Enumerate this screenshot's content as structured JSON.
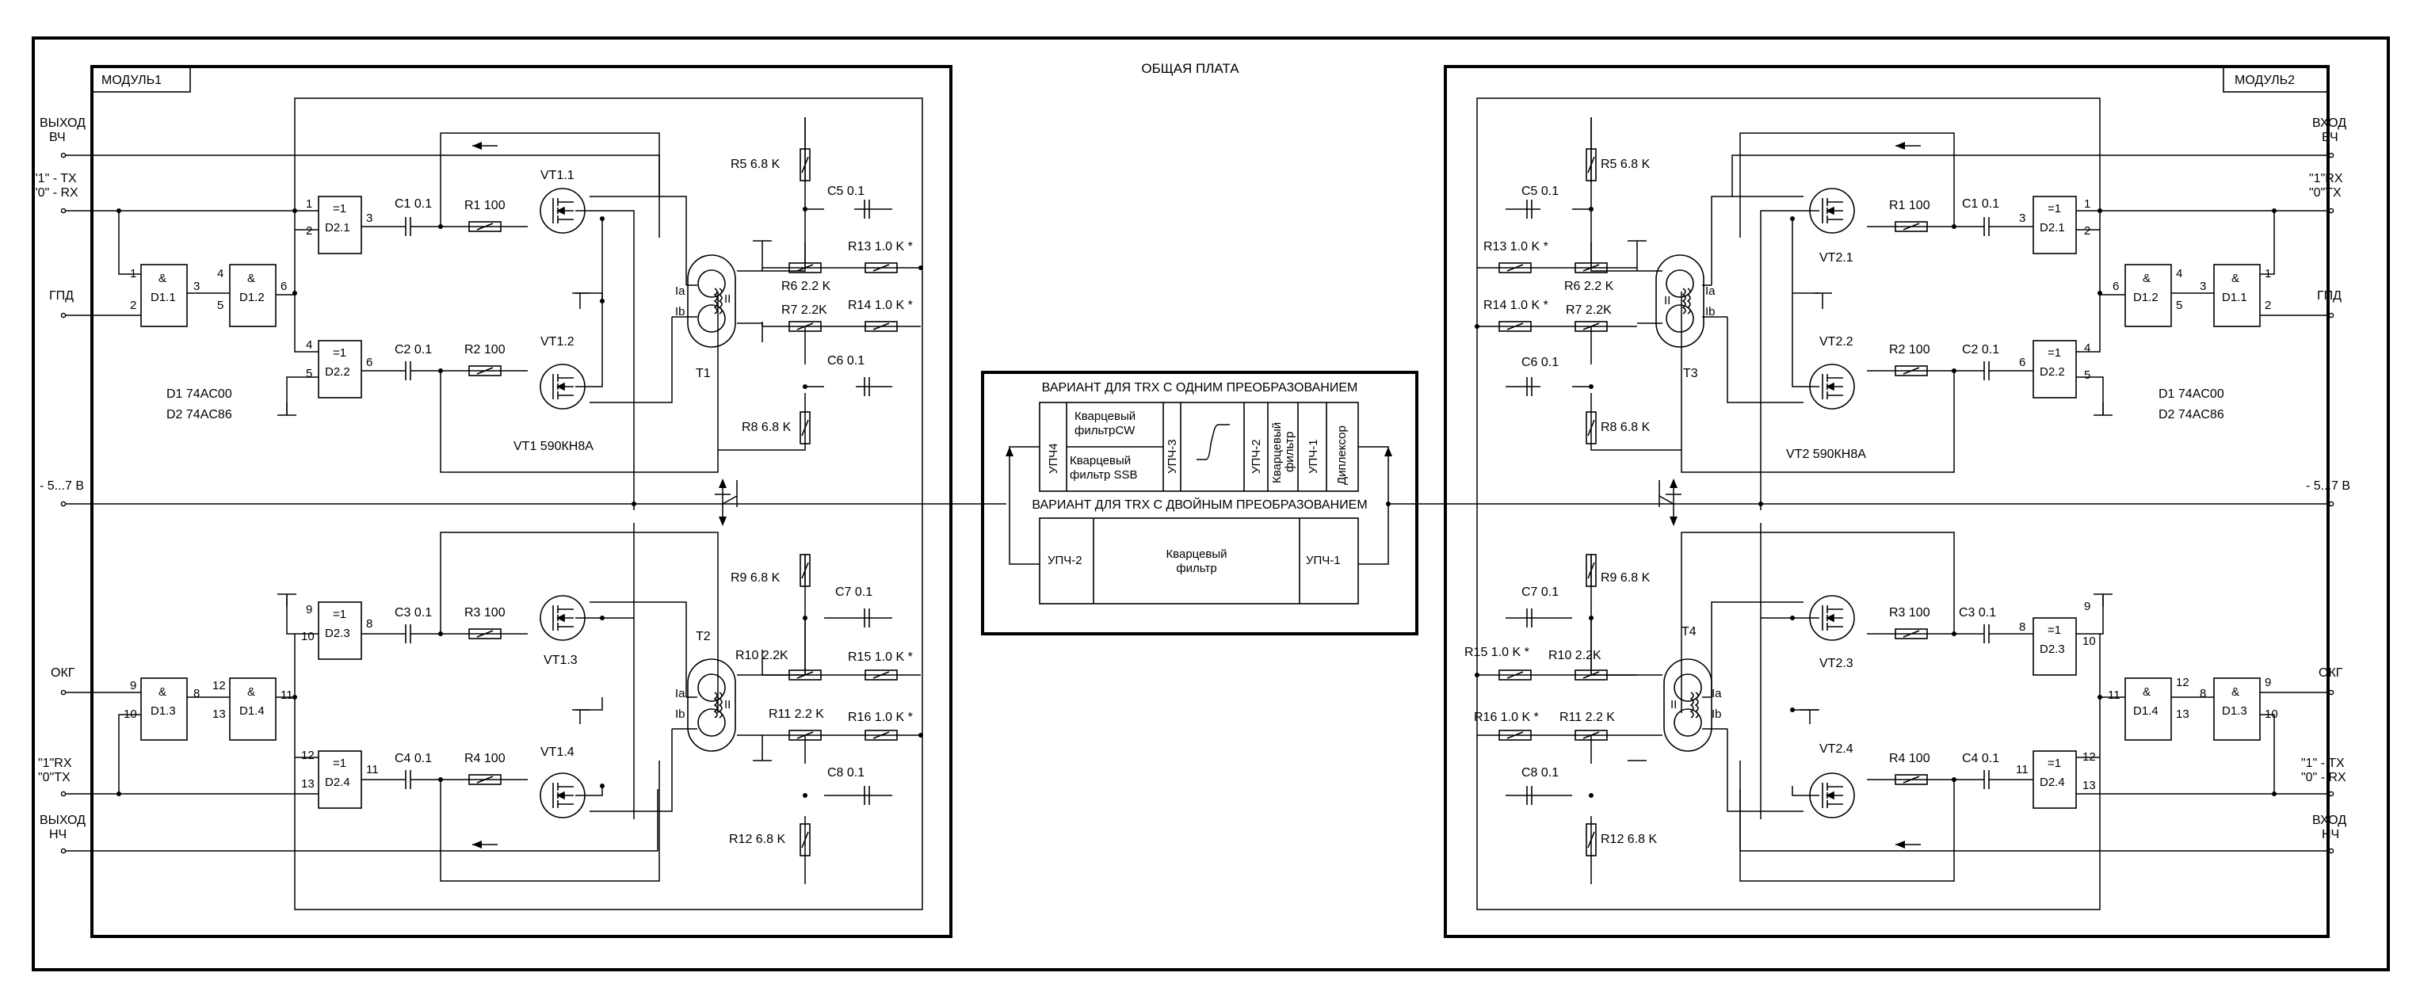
{
  "title": "ОБЩАЯ ПЛАТА",
  "module_left": "МОДУЛЬ1",
  "module_right": "МОДУЛЬ2",
  "left_ports": {
    "out_hf_1": "ВЫХОД",
    "out_hf_2": "ВЧ",
    "txrx_1": "\"1\" - TX",
    "txrx_2": "\"0\" - RX",
    "gpd": "ГПД",
    "supply": "- 5...7 В",
    "okg": "ОКГ",
    "rxtx_1": "\"1\"RX",
    "rxtx_2": "\"0\"TX",
    "out_lf_1": "ВЫХОД",
    "out_lf_2": "НЧ"
  },
  "right_ports": {
    "in_hf_1": "ВХОД",
    "in_hf_2": "ВЧ",
    "rxtx_1": "\"1\"RX",
    "rxtx_2": "\"0\"TX",
    "gpd": "ГПД",
    "supply": "- 5...7 В",
    "okg": "ОКГ",
    "txrx_1": "\"1\" - TX",
    "txrx_2": "\"0\" - RX",
    "in_lf_1": "ВХОД",
    "in_lf_2": "НЧ"
  },
  "module1": {
    "gates": {
      "d21": "D2.1",
      "d22": "D2.2",
      "d23": "D2.3",
      "d24": "D2.4",
      "d11": "D1.1",
      "d12": "D1.2",
      "d13": "D1.3",
      "d14": "D1.4",
      "xor": "=1",
      "and": "&"
    },
    "pins": {
      "d21_a": "1",
      "d21_b": "2",
      "d21_y": "3",
      "d22_a": "4",
      "d22_b": "5",
      "d22_y": "6",
      "d23_a": "9",
      "d23_b": "10",
      "d23_y": "8",
      "d24_a": "12",
      "d24_b": "13",
      "d24_y": "11",
      "d11_a": "1",
      "d11_b": "2",
      "d11_y": "3",
      "d12_a": "4",
      "d12_b": "5",
      "d12_y": "6",
      "d13_a": "9",
      "d13_b": "10",
      "d13_y": "8",
      "d14_a": "12",
      "d14_b": "13",
      "d14_y": "11"
    },
    "ics_1": "D1 74AC00",
    "ics_2": "D2 74AC86",
    "vt_note": "VT1 590КН8А",
    "components": {
      "c1": "C1 0.1",
      "c2": "C2 0.1",
      "c3": "C3 0.1",
      "c4": "C4 0.1",
      "r1": "R1 100",
      "r2": "R2 100",
      "r3": "R3 100",
      "r4": "R4 100",
      "vt11": "VT1.1",
      "vt12": "VT1.2",
      "vt13": "VT1.3",
      "vt14": "VT1.4",
      "t1": "T1",
      "t2": "T2",
      "r5": "R5 6.8 K",
      "c5": "C5 0.1",
      "r6": "R6 2.2 K",
      "r7": "R7 2.2K",
      "r13": "R13  1.0 K *",
      "r14": "R14  1.0 K *",
      "c6": "C6 0.1",
      "r8": "R8 6.8 K",
      "r9": "R9 6.8 K",
      "c7": "C7 0.1",
      "r10": "R10 2.2K",
      "r11": "R11  2.2 K",
      "r15": "R15  1.0 K *",
      "r16": "R16  1.0 K *",
      "c8": "C8 0.1",
      "r12": "R12 6.8 K",
      "ia": "Ia",
      "ib": "Ib",
      "ii": "II"
    }
  },
  "module2": {
    "gates": {
      "d21": "D2.1",
      "d22": "D2.2",
      "d23": "D2.3",
      "d24": "D2.4",
      "d11": "D1.1",
      "d12": "D1.2",
      "d13": "D1.3",
      "d14": "D1.4",
      "xor": "=1",
      "and": "&"
    },
    "pins": {
      "d21_a": "1",
      "d21_b": "2",
      "d21_y": "3",
      "d22_a": "4",
      "d22_b": "5",
      "d22_y": "6",
      "d23_a": "9",
      "d23_b": "10",
      "d23_y": "8",
      "d24_a": "12",
      "d24_b": "13",
      "d24_y": "11",
      "d11_a": "1",
      "d11_b": "2",
      "d11_y": "3",
      "d12_a": "4",
      "d12_b": "5",
      "d12_y": "6",
      "d13_a": "9",
      "d13_b": "10",
      "d13_y": "8",
      "d14_a": "12",
      "d14_b": "13",
      "d14_y": "11"
    },
    "ics_1": "D1 74AC00",
    "ics_2": "D2 74AC86",
    "vt_note": "VT2 590КН8А",
    "components": {
      "c1": "C1 0.1",
      "c2": "C2 0.1",
      "c3": "C3 0.1",
      "c4": "C4 0.1",
      "r1": "R1 100",
      "r2": "R2 100",
      "r3": "R3 100",
      "r4": "R4 100",
      "vt21": "VT2.1",
      "vt22": "VT2.2",
      "vt23": "VT2.3",
      "vt24": "VT2.4",
      "t3": "T3",
      "t4": "T4",
      "r5": "R5 6.8 K",
      "c5": "C5 0.1",
      "r6": "R6 2.2 K",
      "r7": "R7 2.2K",
      "r13": "R13  1.0 K *",
      "r14": "R14  1.0 K *",
      "c6": "C6 0.1",
      "r8": "R8 6.8 K",
      "r9": "R9 6.8 K",
      "c7": "C7 0.1",
      "r10": "R10 2.2K",
      "r11": "R11  2.2 K",
      "r15": "R15   1.0 K *",
      "r16": "R16  1.0 K *",
      "c8": "C8 0.1",
      "r12": "R12 6.8 K",
      "ia": "Ia",
      "ib": "Ib",
      "ii": "II"
    }
  },
  "variants": {
    "single_title": "ВАРИАНТ  ДЛЯ TRX  С ОДНИМ ПРЕОБРАЗОВАНИЕМ",
    "upch4": "УПЧ4",
    "cw_1": "Кварцевый",
    "cw_2": "фильтрCW",
    "ssb_1": "Кварцевый",
    "ssb_2": "фильтр SSB",
    "upch3": "УПЧ-3",
    "upch2": "УПЧ-2",
    "qf_1": "Кварцевый",
    "qf_2": "фильтр",
    "upch1": "УПЧ-1",
    "diplexer": "Диплексор",
    "double_title": "ВАРИАНТ  ДЛЯ TRX  С ДВОЙНЫМ ПРЕОБРАЗОВАНИЕМ",
    "d_upch2": "УПЧ-2",
    "d_filter_1": "Кварцевый",
    "d_filter_2": "фильтр",
    "d_upch1": "УПЧ-1"
  },
  "icons": [
    "switch-icon",
    "arrow-left-icon",
    "resistor-icon",
    "capacitor-icon",
    "mosfet-icon",
    "transformer-icon",
    "ground-icon",
    "terminal-icon"
  ]
}
